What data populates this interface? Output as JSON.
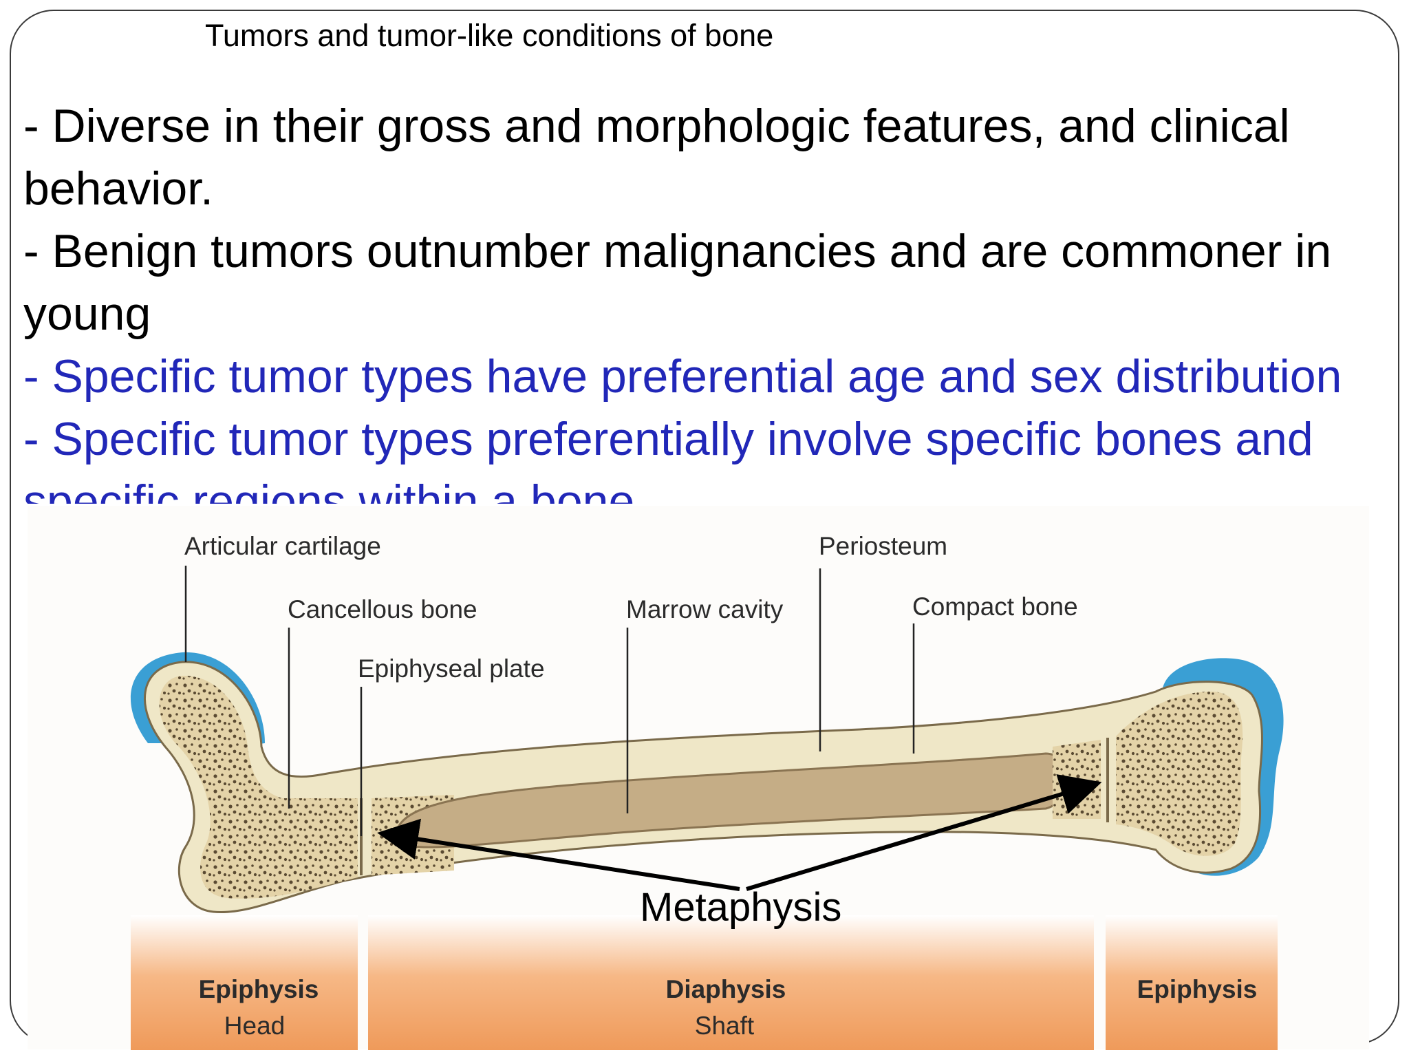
{
  "slide": {
    "title": "Tumors and tumor-like conditions of bone",
    "bullets": [
      {
        "lines": [
          "- Diverse in their gross and morphologic features, and clinical",
          "behavior."
        ],
        "color": "#000000"
      },
      {
        "lines": [
          "- Benign tumors outnumber malignancies and are commoner in",
          "young"
        ],
        "color": "#000000"
      },
      {
        "lines": [
          "- Specific tumor types have preferential age and sex distribution"
        ],
        "color": "#2127b8"
      },
      {
        "lines": [
          "- Specific tumor types preferentially involve specific bones and",
          "specific regions within a bone"
        ],
        "color": "#2127b8"
      }
    ]
  },
  "figure": {
    "labels": {
      "articular_cartilage": "Articular cartilage",
      "cancellous_bone": "Cancellous bone",
      "epiphyseal_plate": "Epiphyseal plate",
      "marrow_cavity": "Marrow cavity",
      "periosteum": "Periosteum",
      "compact_bone": "Compact bone",
      "metaphysis": "Metaphysis"
    },
    "bands": {
      "left": {
        "title": "Epiphysis",
        "sub": "Head"
      },
      "middle": {
        "title": "Diaphysis",
        "sub": "Shaft"
      },
      "right": {
        "title": "Epiphysis",
        "sub": ""
      }
    },
    "colors": {
      "cartilage": "#3a9fd4",
      "bone_outer": "#efe7c7",
      "cancellous": "#e4d3a8",
      "marrow": "#c5ad86",
      "band": "#f0a062"
    }
  }
}
